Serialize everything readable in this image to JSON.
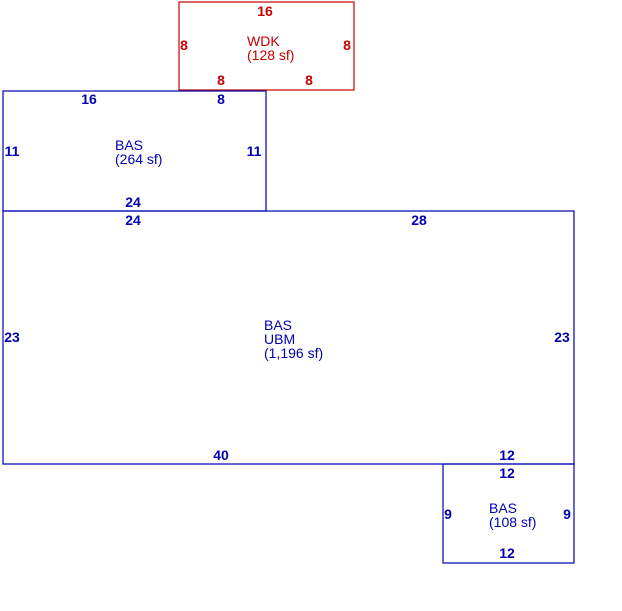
{
  "colors": {
    "blue": "#0000b0",
    "red": "#c80000",
    "background": "#ffffff"
  },
  "areas": [
    {
      "key": "wdk",
      "color": "red",
      "label_lines": [
        "WDK",
        "(128 sf)"
      ],
      "dimensions": {
        "top": "16",
        "left": "8",
        "right": "8",
        "bottom_left": "8",
        "bottom_right": "8"
      }
    },
    {
      "key": "bas-upper",
      "color": "blue",
      "label_lines": [
        "BAS",
        "(264 sf)"
      ],
      "dimensions": {
        "top_left": "16",
        "top_right": "8",
        "left": "11",
        "right": "11",
        "bottom": "24"
      }
    },
    {
      "key": "bas-main",
      "color": "blue",
      "label_lines": [
        "BAS",
        "UBM",
        "(1,196 sf)"
      ],
      "dimensions": {
        "top_left": "24",
        "top_right": "28",
        "left": "23",
        "right": "23",
        "bottom_left": "40",
        "bottom_right": "12"
      }
    },
    {
      "key": "bas-lower",
      "color": "blue",
      "label_lines": [
        "BAS",
        "(108 sf)"
      ],
      "dimensions": {
        "top": "12",
        "left": "9",
        "right": "9",
        "bottom": "12"
      }
    }
  ]
}
